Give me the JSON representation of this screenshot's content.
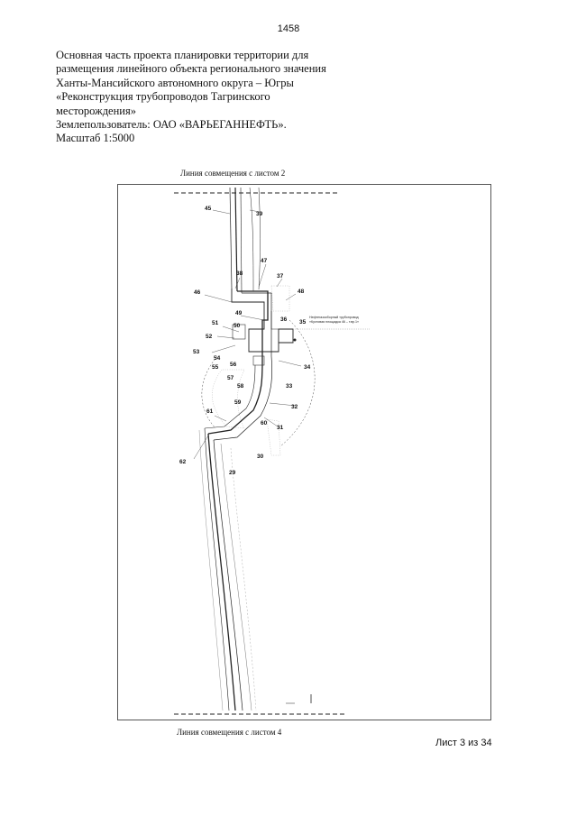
{
  "page_number": "1458",
  "header_lines": [
    "Основная часть проекта планировки территории для",
    "размещения линейного объекта регионального значения",
    "Ханты-Мансийского автономного округа – Югры",
    "«Реконструкция трубопроводов Тагринского",
    "месторождения»",
    "Землепользователь: ОАО «ВАРЬЕГАННЕФТЬ».",
    "Масштаб 1:5000"
  ],
  "top_match_line": "Линия совмещения с листом 2",
  "bottom_match_line": "Линия совмещения с листом 4",
  "sheet_of": "Лист 3 из 34",
  "map_note": {
    "line1": "Нефтегазосборный трубопровод",
    "line2": "«Кустовая площадка 46 – т.вр.1»"
  },
  "point_labels": {
    "p29": "29",
    "p30": "30",
    "p31": "31",
    "p32": "32",
    "p33": "33",
    "p34": "34",
    "p35": "35",
    "p36": "36",
    "p37": "37",
    "p38": "38",
    "p39": "39",
    "p45": "45",
    "p46": "46",
    "p47": "47",
    "p48": "48",
    "p49": "49",
    "p50": "50",
    "p51": "51",
    "p52": "52",
    "p53": "53",
    "p54": "54",
    "p55": "55",
    "p56": "56",
    "p57": "57",
    "p58": "58",
    "p59": "59",
    "p60": "60",
    "p61": "61",
    "p62": "62"
  },
  "colors": {
    "line": "#222222",
    "hatch": "#888888",
    "frame": "#555555"
  }
}
